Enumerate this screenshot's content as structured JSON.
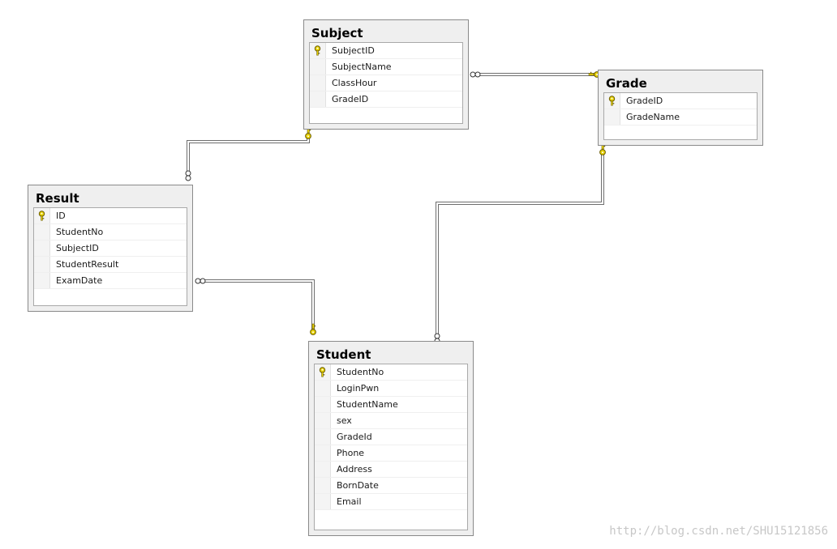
{
  "tables": [
    {
      "id": "subject",
      "title": "Subject",
      "columns": [
        {
          "name": "SubjectID",
          "pk": true
        },
        {
          "name": "SubjectName",
          "pk": false
        },
        {
          "name": "ClassHour",
          "pk": false
        },
        {
          "name": "GradeID",
          "pk": false
        }
      ]
    },
    {
      "id": "grade",
      "title": "Grade",
      "columns": [
        {
          "name": "GradeID",
          "pk": true
        },
        {
          "name": "GradeName",
          "pk": false
        }
      ]
    },
    {
      "id": "result",
      "title": "Result",
      "columns": [
        {
          "name": "ID",
          "pk": true
        },
        {
          "name": "StudentNo",
          "pk": false
        },
        {
          "name": "SubjectID",
          "pk": false
        },
        {
          "name": "StudentResult",
          "pk": false
        },
        {
          "name": "ExamDate",
          "pk": false
        }
      ]
    },
    {
      "id": "student",
      "title": "Student",
      "columns": [
        {
          "name": "StudentNo",
          "pk": true
        },
        {
          "name": "LoginPwn",
          "pk": false
        },
        {
          "name": "StudentName",
          "pk": false
        },
        {
          "name": "sex",
          "pk": false
        },
        {
          "name": "GradeId",
          "pk": false
        },
        {
          "name": "Phone",
          "pk": false
        },
        {
          "name": "Address",
          "pk": false
        },
        {
          "name": "BornDate",
          "pk": false
        },
        {
          "name": "Email",
          "pk": false
        }
      ]
    }
  ],
  "relationships": [
    {
      "from": "subject",
      "to": "grade"
    },
    {
      "from": "result",
      "to": "subject"
    },
    {
      "from": "result",
      "to": "student"
    },
    {
      "from": "student",
      "to": "grade"
    }
  ],
  "icons": {
    "primary_key": "key-icon",
    "many_end": "infinity-icon",
    "one_end": "key-icon"
  },
  "colors": {
    "key": "#e8d200",
    "key_outline": "#6b5d00",
    "connector": "#6e6e6e"
  },
  "watermark": "http://blog.csdn.net/SHU15121856"
}
